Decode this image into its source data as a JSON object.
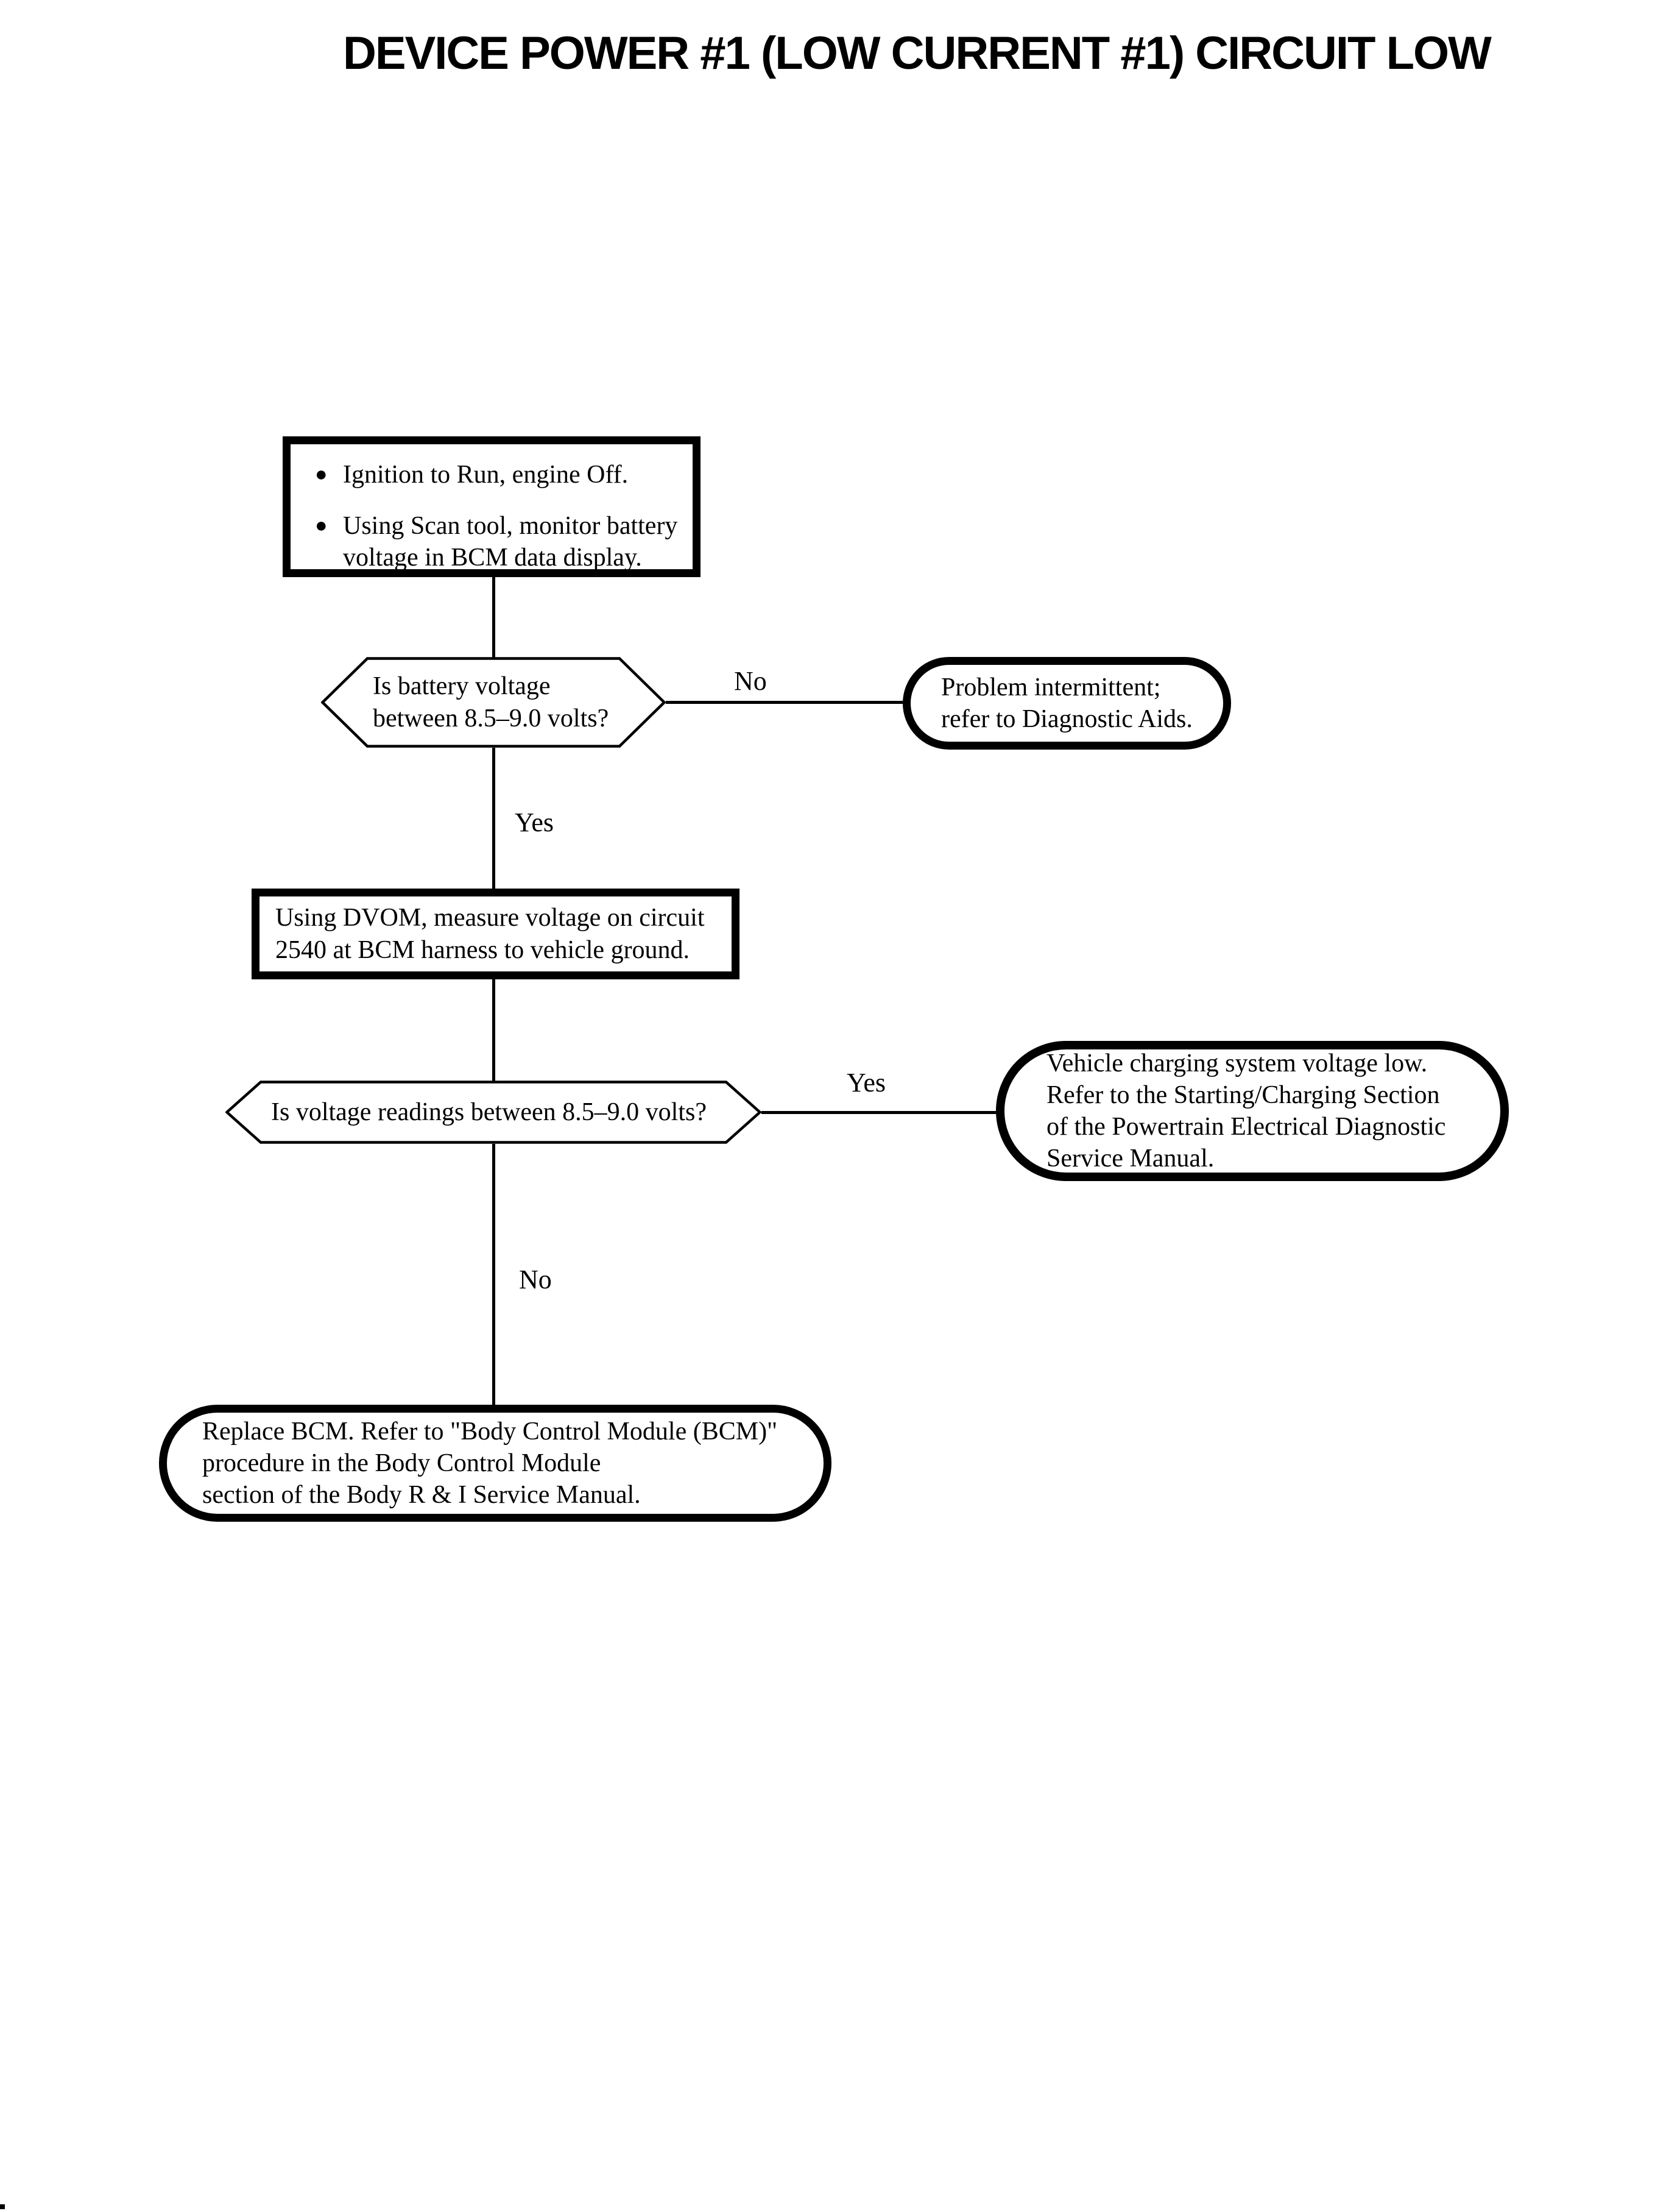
{
  "title": "DEVICE POWER #1 (LOW CURRENT #1) CIRCUIT LOW",
  "nodes": {
    "start": {
      "type": "process",
      "bullets": [
        "Ignition to Run, engine Off.",
        "Using Scan tool, monitor battery\nvoltage in BCM data display."
      ]
    },
    "decision_battery": {
      "type": "decision",
      "text": "Is battery voltage\nbetween 8.5–9.0 volts?"
    },
    "terminal_intermittent": {
      "type": "terminal",
      "text": "Problem intermittent;\nrefer to Diagnostic Aids."
    },
    "process_measure": {
      "type": "process",
      "text": "Using DVOM, measure voltage on circuit\n2540 at BCM harness to vehicle ground."
    },
    "decision_readings": {
      "type": "decision",
      "text": "Is voltage readings between 8.5–9.0 volts?"
    },
    "terminal_charging": {
      "type": "terminal",
      "text": "Vehicle charging system voltage low.\nRefer to the Starting/Charging Section\nof the Powertrain Electrical Diagnostic\nService Manual."
    },
    "terminal_replace": {
      "type": "terminal",
      "text": "Replace BCM. Refer to \"Body Control Module (BCM)\"\nprocedure in the Body Control Module\nsection of the Body R & I Service Manual."
    }
  },
  "edges": {
    "decision_battery_no": "No",
    "decision_battery_yes": "Yes",
    "decision_readings_yes": "Yes",
    "decision_readings_no": "No"
  },
  "colors": {
    "ink": "#000000",
    "background": "#ffffff"
  }
}
